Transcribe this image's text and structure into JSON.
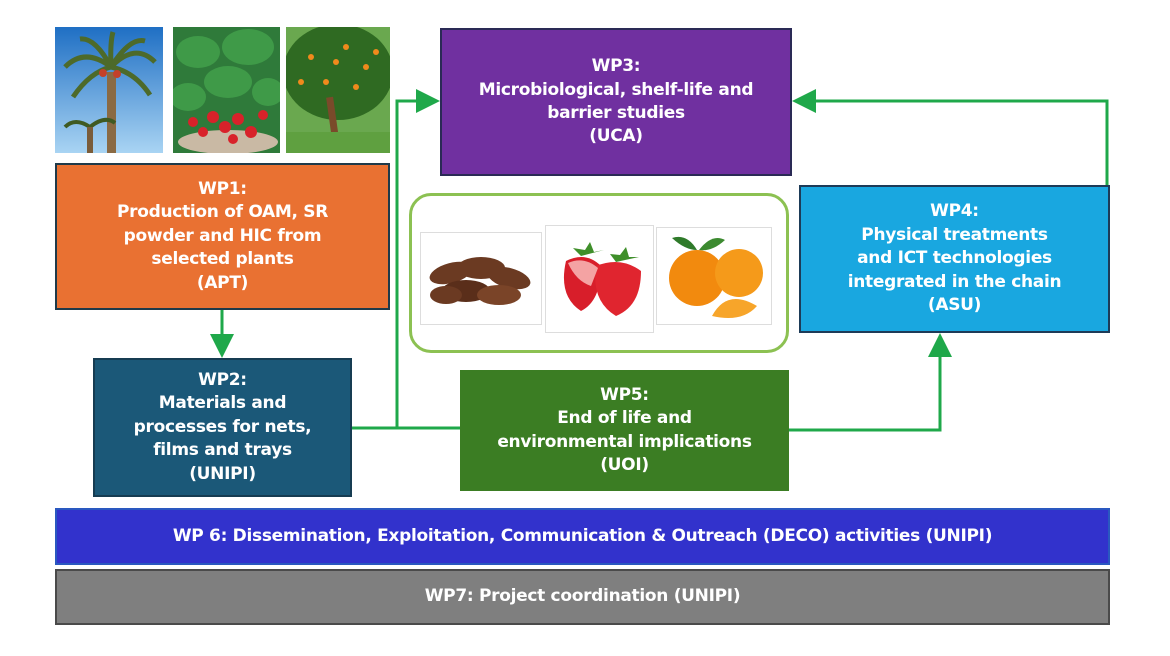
{
  "wp1": {
    "title": "WP1:",
    "lines": [
      "Production of OAM, SR",
      "powder and HIC from",
      "selected plants"
    ],
    "partner": "(APT)",
    "color": "#E97132"
  },
  "wp2": {
    "title": "WP2:",
    "lines": [
      "Materials and",
      "processes for nets,",
      "films and trays"
    ],
    "partner": "(UNIPI)",
    "color": "#1B5878"
  },
  "wp3": {
    "title": "WP3:",
    "lines": [
      "Microbiological, shelf-life  and",
      "barrier studies"
    ],
    "partner": "(UCA)",
    "color": "#7030A0"
  },
  "wp4": {
    "title": "WP4:",
    "lines": [
      "Physical treatments",
      "and ICT technologies",
      "integrated in the chain"
    ],
    "partner": "(ASU)",
    "color": "#19A7E0"
  },
  "wp5": {
    "title": "WP5:",
    "lines": [
      "End of life and",
      "environmental implications"
    ],
    "partner": "(UOI)",
    "color": "#3B7D23"
  },
  "wp6": {
    "label": "WP 6: Dissemination, Exploitation, Communication & Outreach (DECO) activities (UNIPI)",
    "color": "#3232CC"
  },
  "wp7": {
    "label": "WP7: Project coordination (UNIPI)",
    "color": "#7F7F7F"
  },
  "arrow_color": "#1FA84A"
}
